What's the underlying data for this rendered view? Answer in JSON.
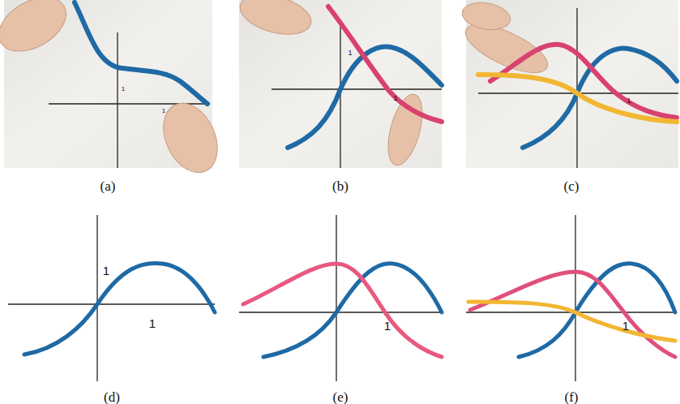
{
  "diagram": {
    "labels": [
      "1",
      "1",
      "(a)",
      "1",
      "1",
      "(b)",
      "1",
      "(c)",
      "1",
      "1",
      "(d)",
      "1",
      "(e)",
      "1",
      "(f)"
    ]
  }
}
